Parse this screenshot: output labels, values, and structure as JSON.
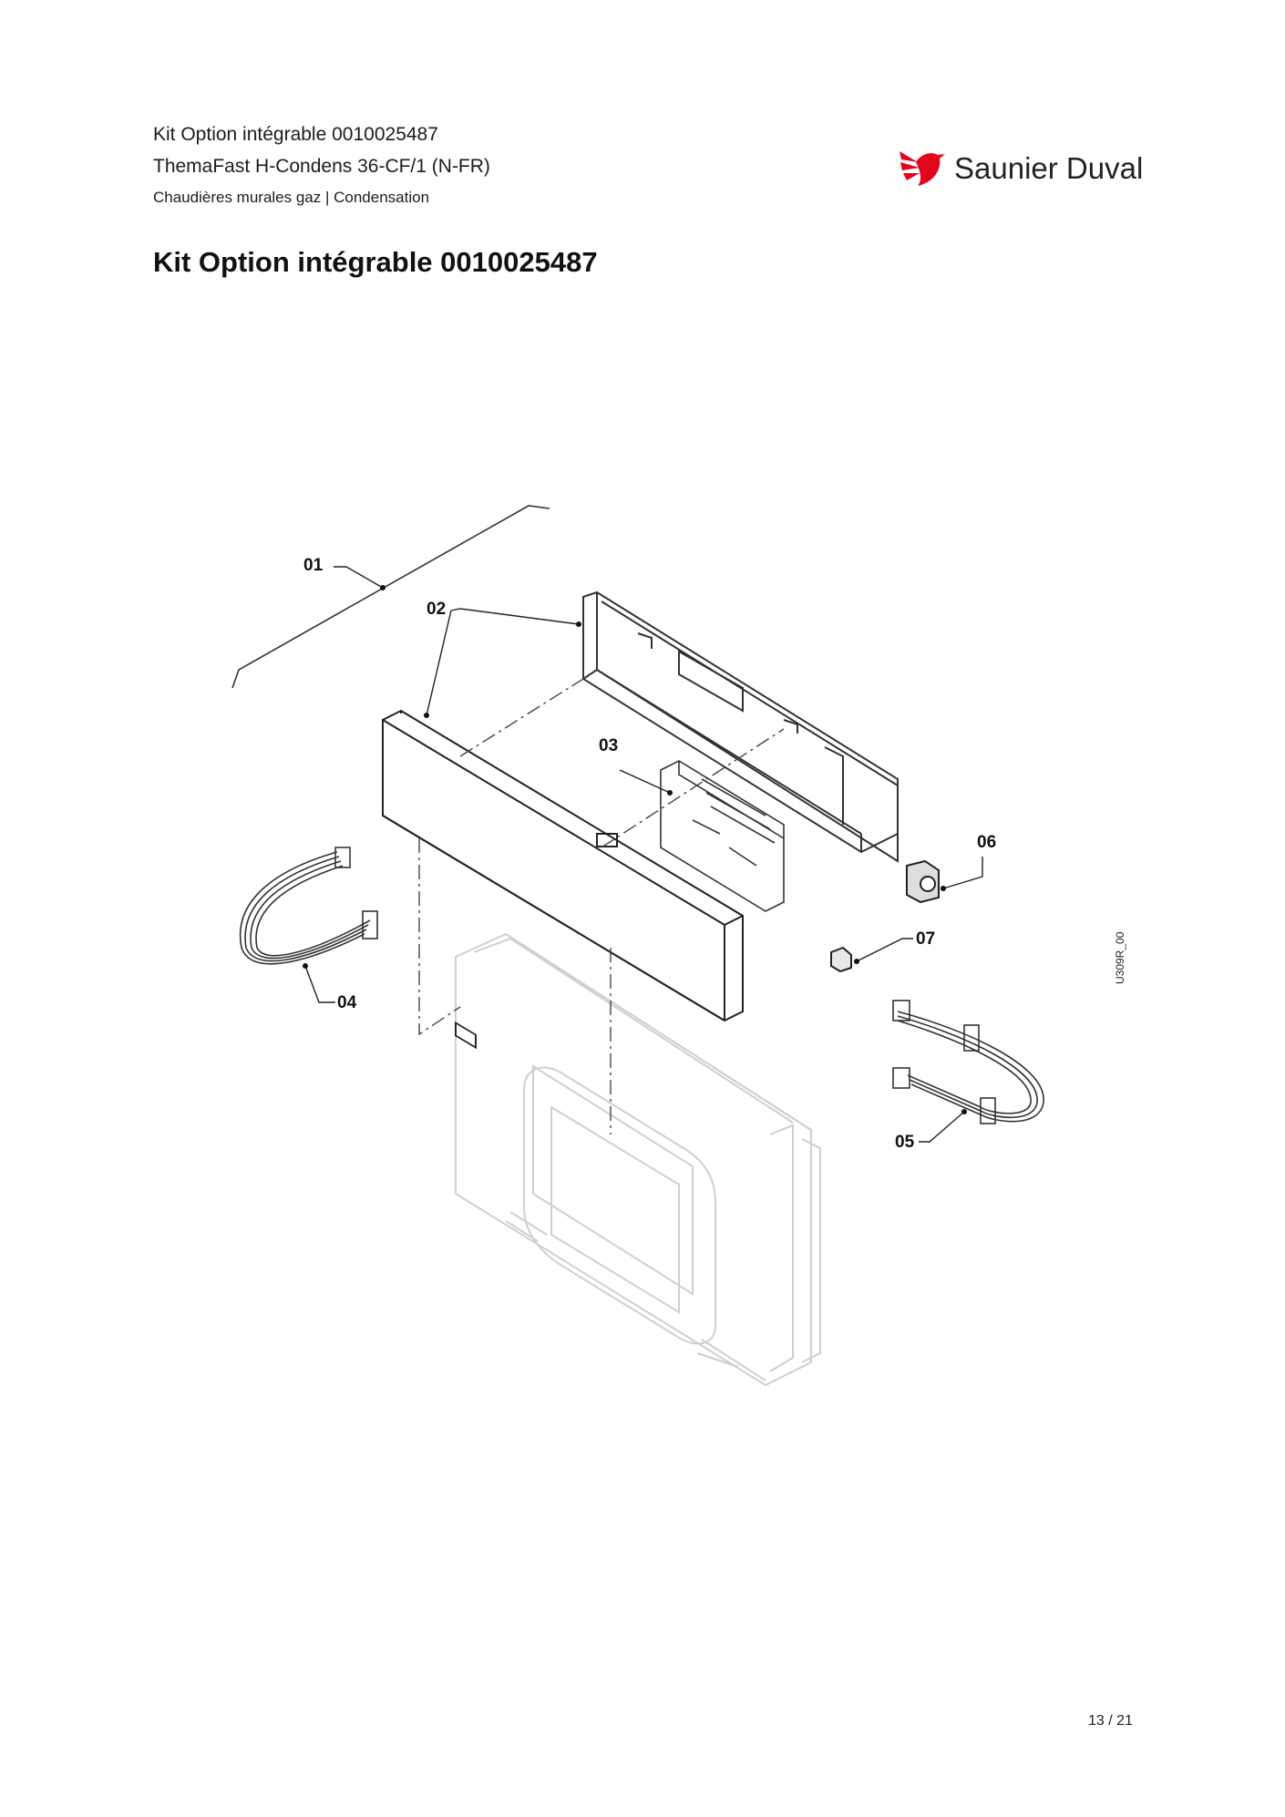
{
  "header": {
    "line1": "Kit Option intégrable 0010025487",
    "line2": "ThemaFast H-Condens 36-CF/1 (N-FR)",
    "line3": "Chaudières murales gaz | Condensation"
  },
  "brand": {
    "name": "Saunier Duval",
    "color": "#e3051b",
    "logo_icon": "bird-logo-icon"
  },
  "title": "Kit Option intégrable 0010025487",
  "drawing": {
    "reference": "U309R_00",
    "callouts": [
      "01",
      "02",
      "03",
      "04",
      "05",
      "06",
      "07"
    ]
  },
  "footer": {
    "page": "13 / 21"
  }
}
